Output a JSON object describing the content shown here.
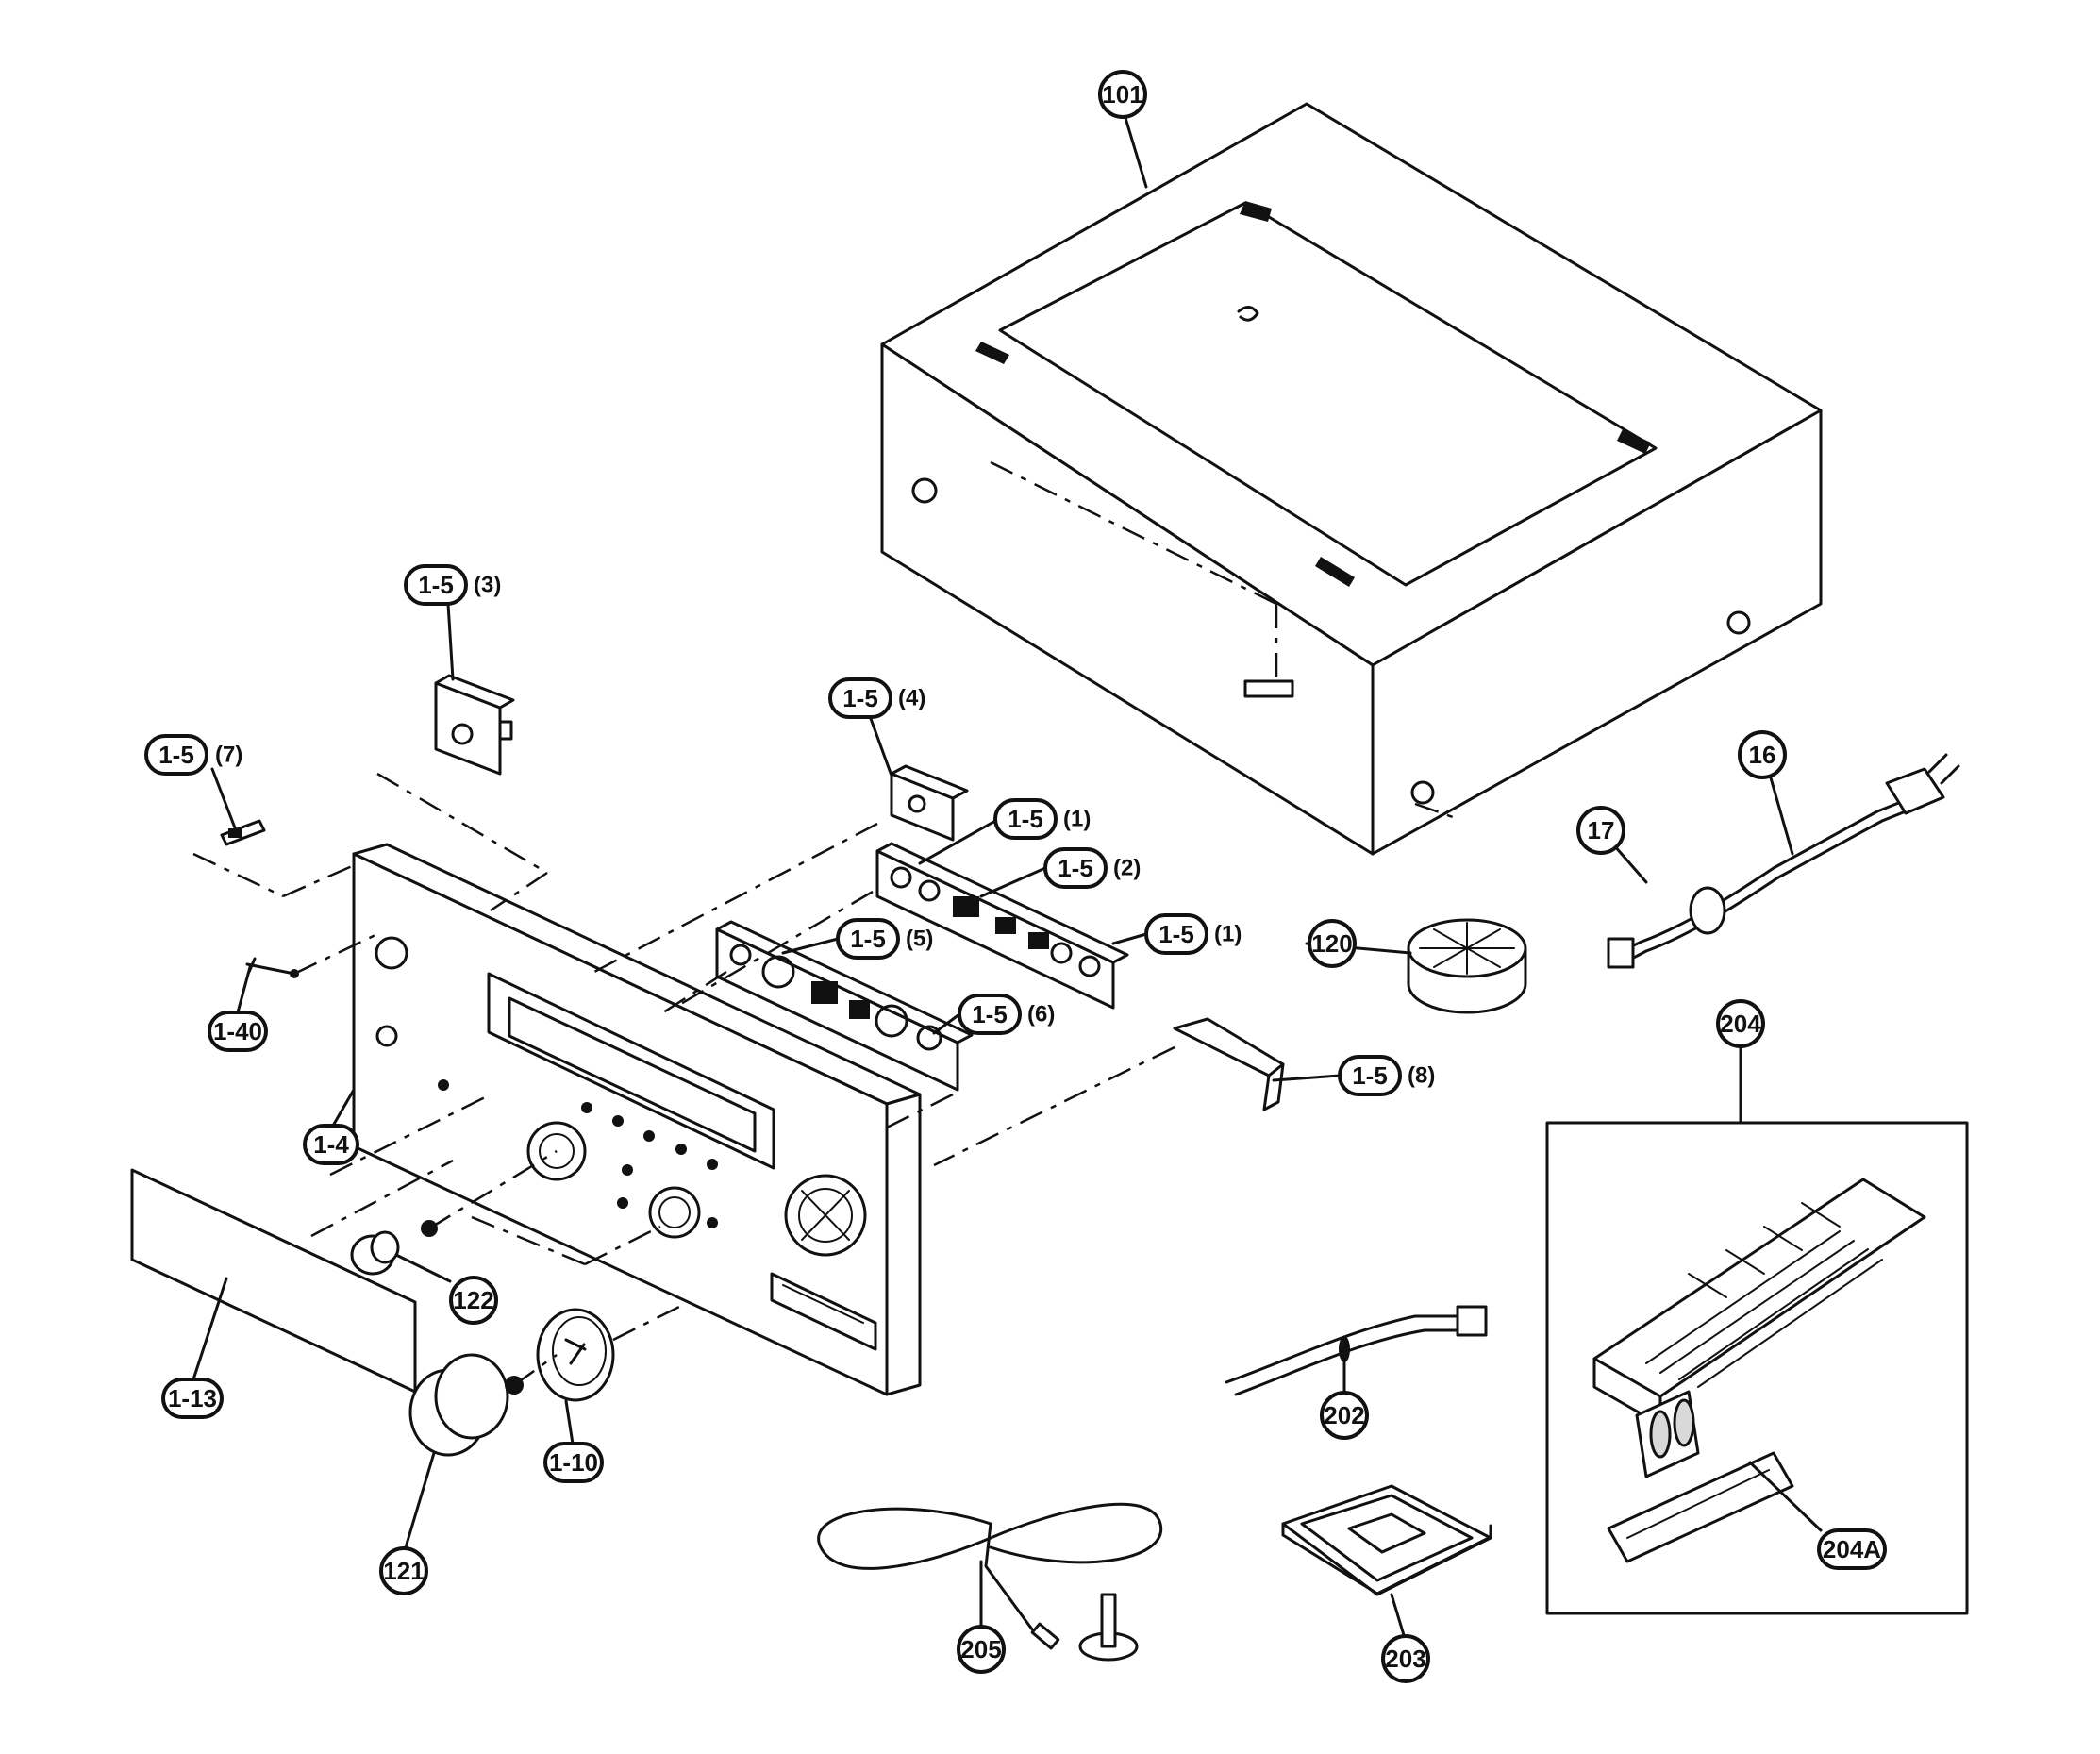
{
  "callouts": {
    "c101": "101",
    "c1_5_3": "1-5",
    "c1_5_3_sub": "(3)",
    "c1_5_7": "1-5",
    "c1_5_7_sub": "(7)",
    "c1_5_4": "1-5",
    "c1_5_4_sub": "(4)",
    "c1_5_1a": "1-5",
    "c1_5_1a_sub": "(1)",
    "c1_5_2": "1-5",
    "c1_5_2_sub": "(2)",
    "c1_5_5": "1-5",
    "c1_5_5_sub": "(5)",
    "c1_5_1b": "1-5",
    "c1_5_1b_sub": "(1)",
    "c1_5_6": "1-5",
    "c1_5_6_sub": "(6)",
    "c1_5_8": "1-5",
    "c1_5_8_sub": "(8)",
    "c1_40": "1-40",
    "c1_4": "1-4",
    "c1_13": "1-13",
    "c122": "122",
    "c121": "121",
    "c1_10": "1-10",
    "c120": "120",
    "c16": "16",
    "c17": "17",
    "c204": "204",
    "c204a": "204A",
    "c202": "202",
    "c203": "203",
    "c205": "205"
  }
}
